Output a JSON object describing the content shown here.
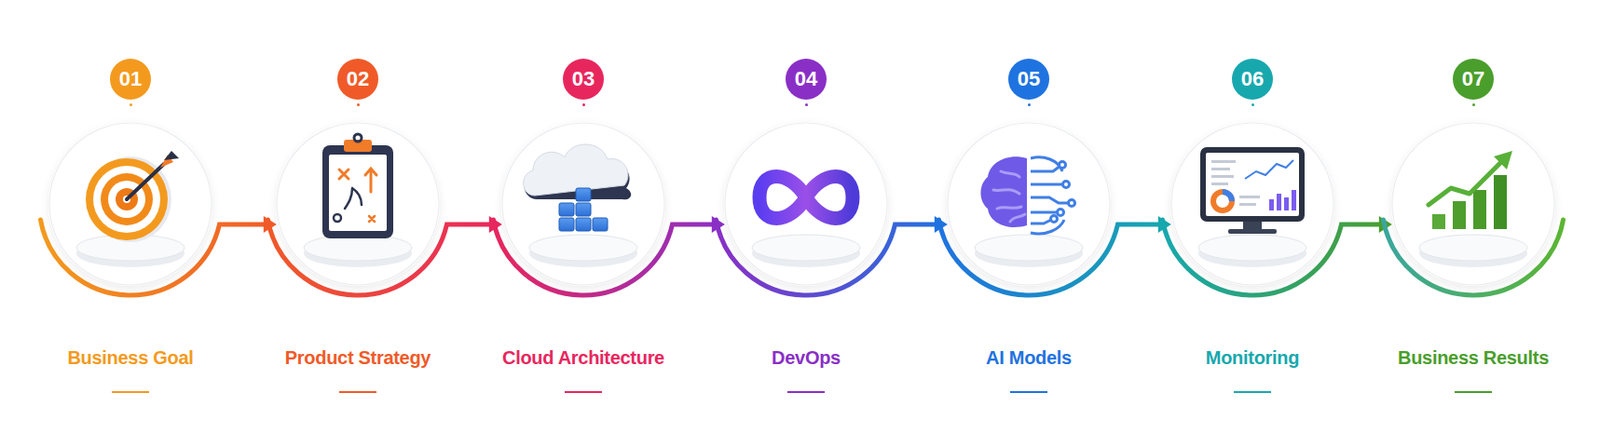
{
  "diagram": {
    "nodes": [
      {
        "text": [
          "01",
          "Business Goal"
        ]
      },
      {
        "text": [
          "02",
          "Product Strategy"
        ]
      },
      {
        "text": [
          "03",
          "Cloud Architecture"
        ]
      },
      {
        "text": [
          "04",
          "DevOps"
        ]
      },
      {
        "text": [
          "05",
          "AI Models"
        ]
      },
      {
        "text": [
          "06",
          "Monitoring"
        ]
      },
      {
        "text": [
          "07",
          "Business Results"
        ]
      }
    ],
    "edges": [
      {
        "from": 0,
        "to": 1,
        "arrow": "to"
      },
      {
        "from": 1,
        "to": 2,
        "arrow": "to"
      },
      {
        "from": 2,
        "to": 3,
        "arrow": "to"
      },
      {
        "from": 3,
        "to": 4,
        "arrow": "to"
      },
      {
        "from": 4,
        "to": 5,
        "arrow": "to"
      },
      {
        "from": 5,
        "to": 6,
        "arrow": "to"
      }
    ]
  }
}
